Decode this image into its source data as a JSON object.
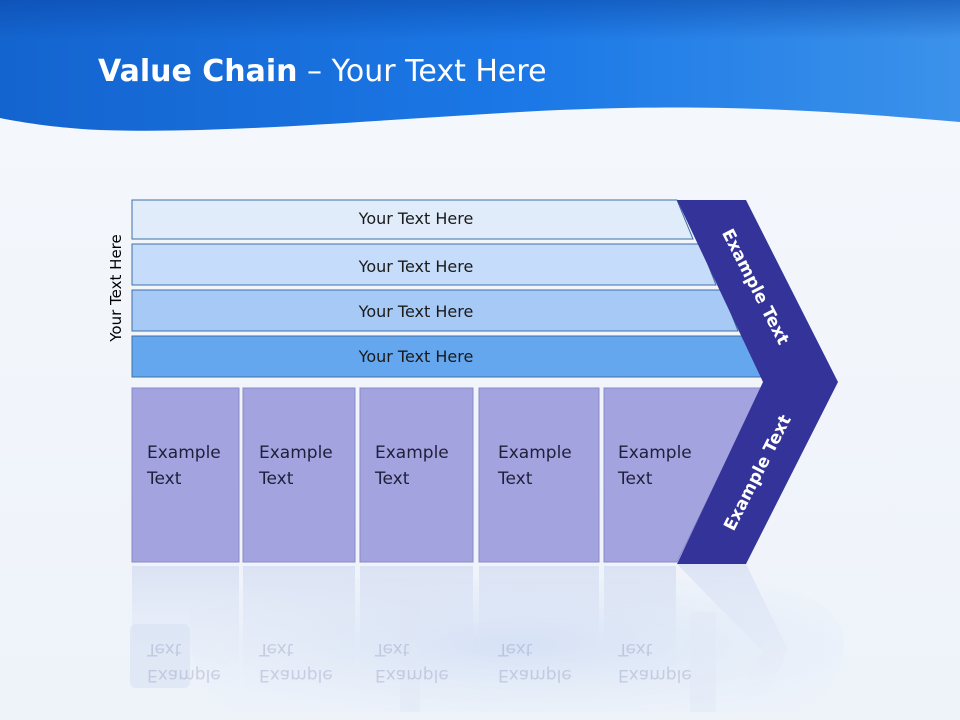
{
  "slide": {
    "title_bold": "Value Chain",
    "title_rest": " – Your Text Here",
    "side_label": "Your Text Here",
    "support_rows": [
      {
        "label": "Your Text Here",
        "fill": "#e1ecfb"
      },
      {
        "label": "Your Text Here",
        "fill": "#c5dcfa"
      },
      {
        "label": "Your Text Here",
        "fill": "#a6c9f6"
      },
      {
        "label": "Your Text Here",
        "fill": "#64a7ef"
      }
    ],
    "primary_cells": [
      {
        "line1": "Example",
        "line2": "Text"
      },
      {
        "line1": "Example",
        "line2": "Text"
      },
      {
        "line1": "Example",
        "line2": "Text"
      },
      {
        "line1": "Example",
        "line2": "Text"
      },
      {
        "line1": "Example",
        "line2": "Text"
      }
    ],
    "chevron_top_label": "Example Text",
    "chevron_bottom_label": "Example Text",
    "colors": {
      "header_blue": "#1a73e0",
      "chevron": "#333399",
      "cell": "#a3a3e0",
      "background": "#f2f6fb"
    }
  }
}
